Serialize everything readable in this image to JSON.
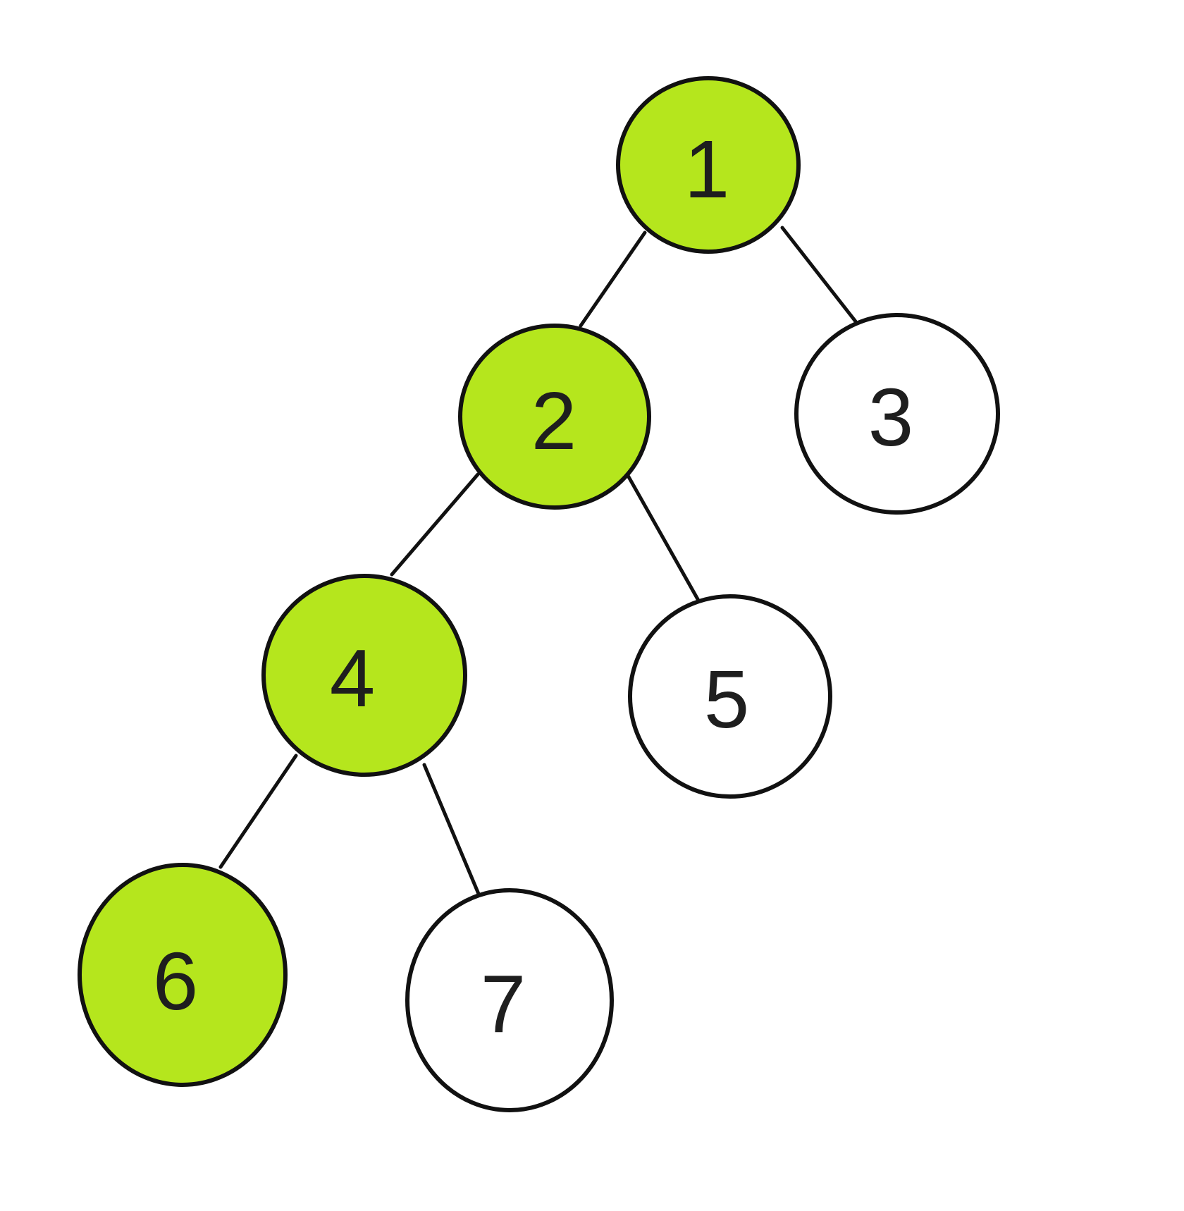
{
  "colors": {
    "highlight": "#b5e61d",
    "normal": "#ffffff",
    "stroke": "#111111",
    "text": "#1e1e1e"
  },
  "nodes": [
    {
      "id": "1",
      "label": "1",
      "highlighted": true
    },
    {
      "id": "2",
      "label": "2",
      "highlighted": true
    },
    {
      "id": "3",
      "label": "3",
      "highlighted": false
    },
    {
      "id": "4",
      "label": "4",
      "highlighted": true
    },
    {
      "id": "5",
      "label": "5",
      "highlighted": false
    },
    {
      "id": "6",
      "label": "6",
      "highlighted": true
    },
    {
      "id": "7",
      "label": "7",
      "highlighted": false
    }
  ],
  "edges": [
    {
      "from": "1",
      "to": "2"
    },
    {
      "from": "1",
      "to": "3"
    },
    {
      "from": "2",
      "to": "4"
    },
    {
      "from": "2",
      "to": "5"
    },
    {
      "from": "4",
      "to": "6"
    },
    {
      "from": "4",
      "to": "7"
    }
  ]
}
